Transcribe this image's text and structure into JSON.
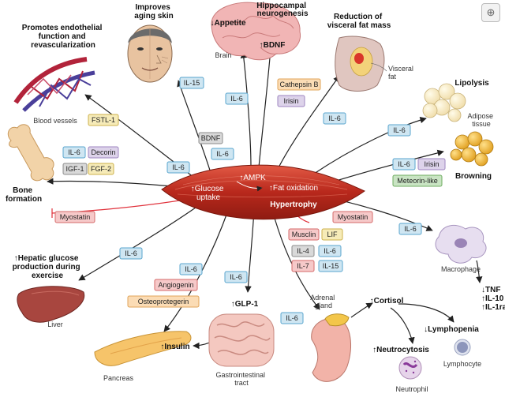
{
  "figure": {
    "muscle": {
      "glucose": "↑Glucose\nuptake",
      "ampk": "↑AMPK",
      "fat": "↑Fat oxidation",
      "hypertrophy": "Hypertrophy"
    },
    "targets": {
      "blood_vessels": {
        "title": "Promotes endothelial\nfunction and\nrevascularization",
        "caption": "Blood vessels"
      },
      "skin": {
        "title": "Improves\naging skin"
      },
      "brain": {
        "appetite": "↓Appetite",
        "neuro": "Hippocampal\nneurogenesis",
        "bdnf": "↑BDNF",
        "caption": "Brain"
      },
      "visceral": {
        "title": "Reduction of\nvisceral fat mass",
        "caption": "Visceral\nfat"
      },
      "lipolysis": {
        "title": "Lipolysis",
        "caption": "Adipose\ntissue"
      },
      "browning": {
        "title": "Browning"
      },
      "bone": {
        "title": "Bone\nformation"
      },
      "liver": {
        "title": "↑Hepatic glucose\nproduction during\nexercise",
        "caption": "Liver"
      },
      "pancreas": {
        "insulin": "↑Insulin",
        "caption": "Pancreas"
      },
      "gi": {
        "glp1": "↑GLP-1",
        "caption": "Gastrointestinal\ntract"
      },
      "adrenal": {
        "caption": "Adrenal\ngland",
        "cortisol": "↑Cortisol"
      },
      "neutrophil": {
        "title": "↑Neutrocytosis",
        "caption": "Neutrophil"
      },
      "lymphocyte": {
        "title": "↓Lymphopenia",
        "caption": "Lymphocyte"
      },
      "macrophage": {
        "caption": "Macrophage",
        "effects": "↓TNF\n↑IL-10\n↑IL-1ra"
      }
    },
    "tags": {
      "il15_skin": "IL-15",
      "il6_brain": "IL-6",
      "cathepsin": "Cathepsin B",
      "irisin_brain": "Irisin",
      "il6_visc": "IL-6",
      "fstl1": "FSTL-1",
      "bdnf_tag": "BDNF",
      "il6_ampk": "IL-6",
      "il6_lip": "IL-6",
      "il6_bone": "IL-6",
      "decorin": "Decorin",
      "igf1": "IGF-1",
      "fgf2": "FGF-2",
      "il6_gluc": "IL-6",
      "il6_brown": "IL-6",
      "irisin_brown": "Irisin",
      "meteorin": "Meteorin-like",
      "myostatin_bone": "Myostatin",
      "myostatin_hyp": "Myostatin",
      "musclin": "Musclin",
      "lif": "LIF",
      "il4": "IL-4",
      "il6_hyp": "IL-6",
      "il7": "IL-7",
      "il15_hyp": "IL-15",
      "il6_mac": "IL-6",
      "il6_liver": "IL-6",
      "il6_panc": "IL-6",
      "angiogenin": "Angiogenin",
      "osteoprotegerin": "Osteoprotegerin",
      "il6_gi": "IL-6",
      "il6_adrenal": "IL-6"
    },
    "colors": {
      "blue_fill": "#cfe6f2",
      "blue_stroke": "#5aa6cf",
      "gray_fill": "#d9d9d9",
      "gray_stroke": "#8c8c8c",
      "orange_fill": "#fbdcb5",
      "orange_stroke": "#e0a55a",
      "purple_fill": "#ddd3ea",
      "purple_stroke": "#9e86c0",
      "pink_fill": "#f6c9c9",
      "pink_stroke": "#d66a6a",
      "green_fill": "#c9e4c3",
      "green_stroke": "#6fae62",
      "yellow_fill": "#f6ebb8",
      "yellow_stroke": "#cdb14b",
      "muscle": "#c0392b",
      "inhibit": "#e0303a"
    },
    "toolbar": {
      "zoom_icon": "zoom-in-icon"
    }
  }
}
